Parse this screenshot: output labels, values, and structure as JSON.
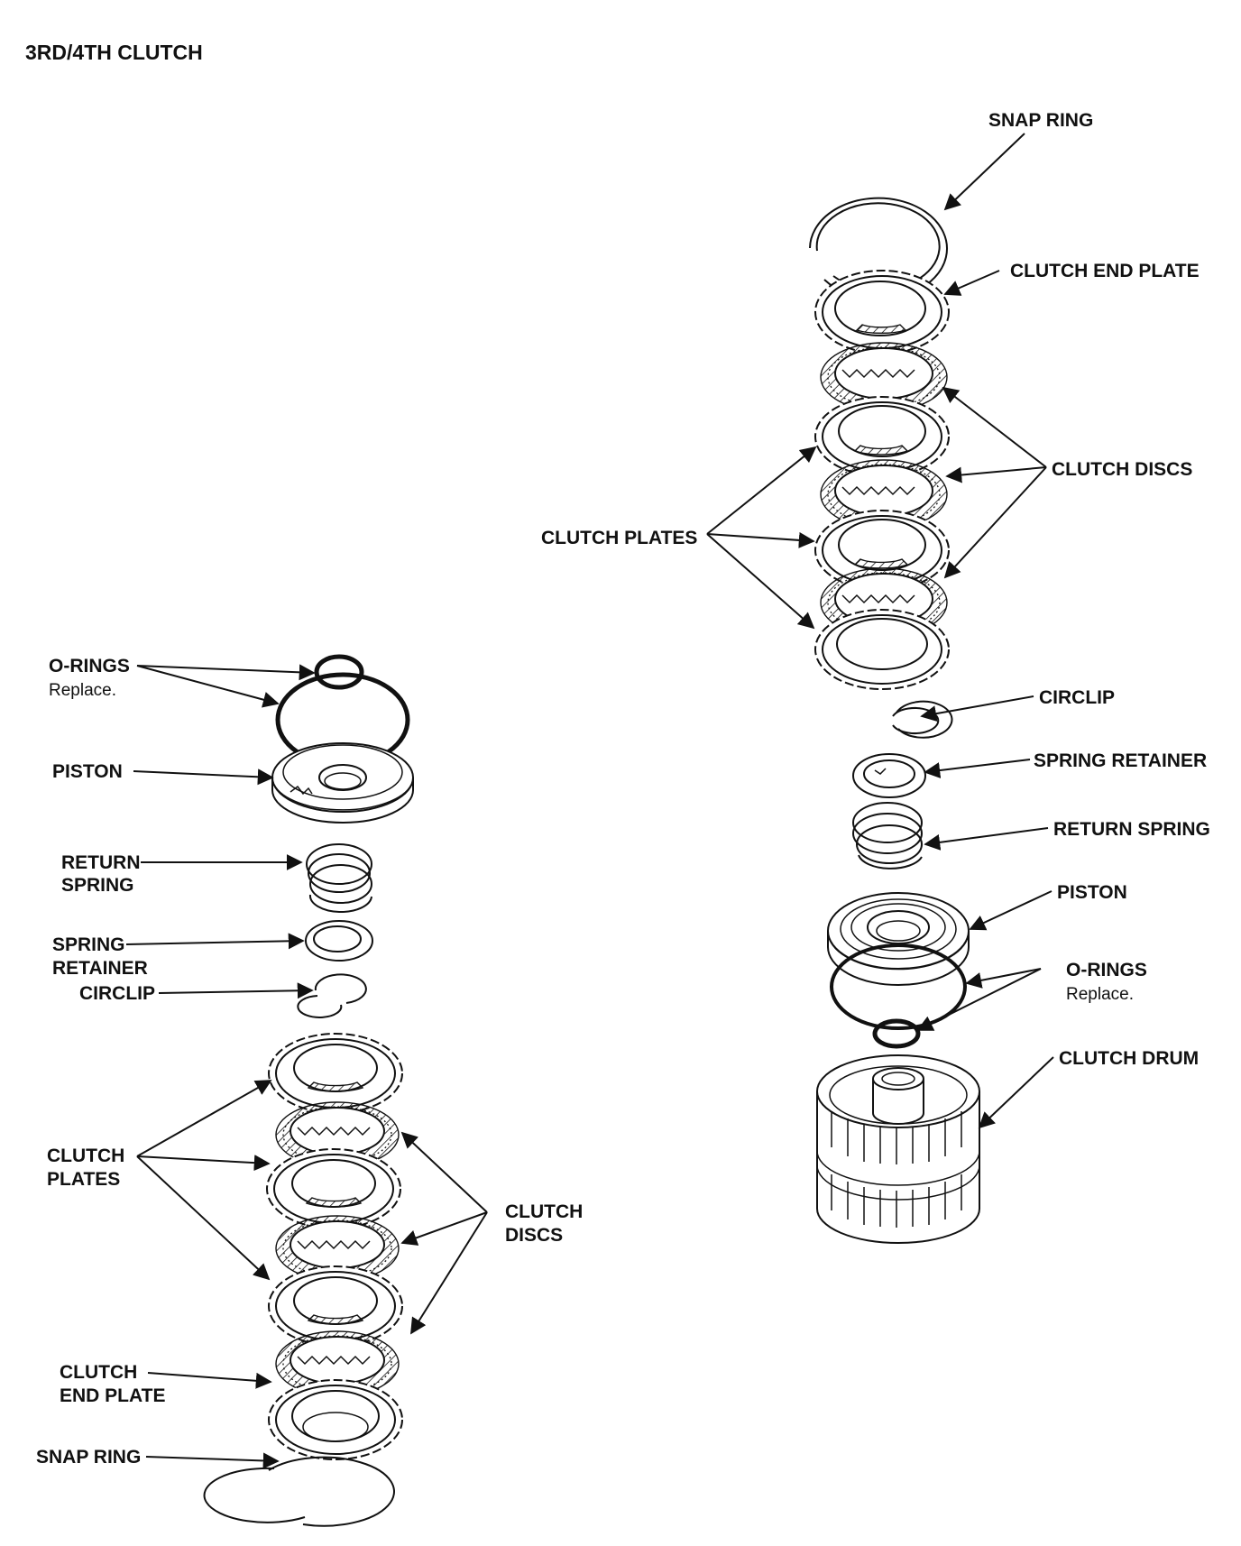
{
  "title": "3RD/4TH CLUTCH",
  "left_assembly": {
    "o_rings": "O-RINGS",
    "o_rings_note": "Replace.",
    "piston": "PISTON",
    "return_spring_1": "RETURN",
    "return_spring_2": "SPRING",
    "spring_retainer_1": "SPRING",
    "spring_retainer_2": "RETAINER",
    "circlip": "CIRCLIP",
    "clutch_plates_1": "CLUTCH",
    "clutch_plates_2": "PLATES",
    "clutch_discs_1": "CLUTCH",
    "clutch_discs_2": "DISCS",
    "clutch_end_plate_1": "CLUTCH",
    "clutch_end_plate_2": "END PLATE",
    "snap_ring": "SNAP RING"
  },
  "right_assembly": {
    "snap_ring": "SNAP RING",
    "clutch_end_plate": "CLUTCH END PLATE",
    "clutch_discs": "CLUTCH DISCS",
    "clutch_plates": "CLUTCH PLATES",
    "circlip": "CIRCLIP",
    "spring_retainer": "SPRING RETAINER",
    "return_spring": "RETURN SPRING",
    "piston": "PISTON",
    "o_rings": "O-RINGS",
    "o_rings_note": "Replace.",
    "clutch_drum": "CLUTCH DRUM"
  }
}
